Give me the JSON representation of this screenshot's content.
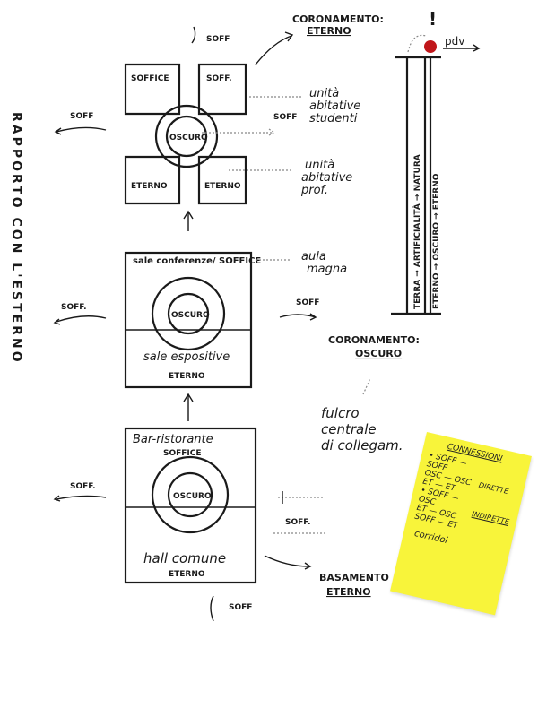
{
  "side_title": "RAPPORTO CON L'ESTERNO",
  "top_block": {
    "nw": "SOFFICE",
    "ne": "SOFF.",
    "sw": "ETERNO",
    "se": "ETERNO",
    "center": "OSCURO"
  },
  "mid_block": {
    "top": "sale conferenze/ SOFFICE",
    "center": "OSCURO",
    "bottom": "sale espositive",
    "bottom_sub": "ETERNO"
  },
  "bot_block": {
    "top": "Bar-ristorante",
    "top_sub": "SOFFICE",
    "center": "OSCURO",
    "bottom": "hall comune",
    "bottom_sub": "ETERNO"
  },
  "arrows": {
    "soff_top": "SOFF",
    "soff_left1": "SOFF",
    "soff_left2": "SOFF.",
    "soff_left3": "SOFF.",
    "soff_mid_right": "SOFF",
    "soff_mid": "SOFF",
    "soff_bot_right": "SOFF.",
    "soff_bottom": "SOFF"
  },
  "annotations": {
    "crown_top": "CORONAMENTO:",
    "crown_top_val": "ETERNO",
    "unita_studenti": [
      "unità",
      "abitative",
      "studenti"
    ],
    "unita_prof": [
      "unità",
      "abitative",
      "prof."
    ],
    "aula": [
      "aula",
      "magna"
    ],
    "crown_mid": "CORONAMENTO:",
    "crown_mid_val": "OSCURO",
    "fulcro": [
      "fulcro",
      "centrale",
      "di collegam."
    ],
    "base": "BASAMENTO",
    "base_val": "ETERNO",
    "exclaim": "!"
  },
  "section": {
    "pdv": "pdv",
    "left_col": "TERRA → ARTIFICIALITÀ → NATURA",
    "right_col": "ETERNO → OSCURO → ETERNO"
  },
  "note": {
    "title": "CONNESSIONI",
    "rows": [
      "• SOFF — SOFF",
      "OSC — OSC",
      "ET — ET",
      "• SOFF — OSC",
      "ET — OSC",
      "SOFF — ET"
    ],
    "dirette": "DIRETTE",
    "indirette": "INDIRETTE",
    "corridoi": "corridoi",
    "color": "#f8f43a"
  },
  "marker_color": "#c0161a"
}
